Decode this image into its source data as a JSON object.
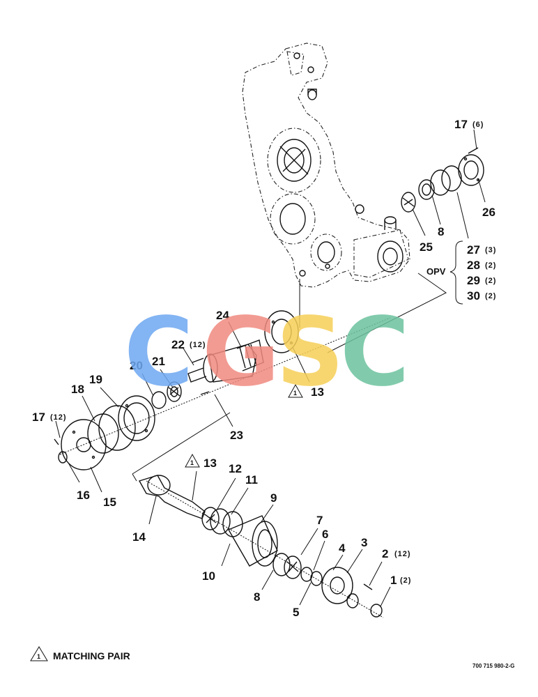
{
  "watermark": {
    "letters": [
      "C",
      "G",
      "S",
      "C"
    ],
    "colors": [
      "#6ea8f2",
      "#f08a80",
      "#f6cf58",
      "#6cc29e"
    ]
  },
  "opv": {
    "label": "OPV",
    "items": [
      {
        "num": "27",
        "qty": "(3)"
      },
      {
        "num": "28",
        "qty": "(2)"
      },
      {
        "num": "29",
        "qty": "(2)"
      },
      {
        "num": "30",
        "qty": "(2)"
      }
    ]
  },
  "callouts": {
    "c1": {
      "num": "1",
      "qty": "(2)"
    },
    "c2": {
      "num": "2",
      "qty": "(12)"
    },
    "c3": {
      "num": "3"
    },
    "c4": {
      "num": "4"
    },
    "c5": {
      "num": "5"
    },
    "c6": {
      "num": "6"
    },
    "c7": {
      "num": "7"
    },
    "c8a": {
      "num": "8"
    },
    "c8b": {
      "num": "8"
    },
    "c9": {
      "num": "9"
    },
    "c10": {
      "num": "10"
    },
    "c11": {
      "num": "11"
    },
    "c12": {
      "num": "12"
    },
    "c13a": {
      "num": "13",
      "tri": "1"
    },
    "c13b": {
      "num": "13",
      "tri": "1"
    },
    "c14": {
      "num": "14"
    },
    "c15": {
      "num": "15"
    },
    "c16": {
      "num": "16"
    },
    "c17a": {
      "num": "17",
      "qty": "(6)"
    },
    "c17b": {
      "num": "17",
      "qty": "(12)"
    },
    "c18": {
      "num": "18"
    },
    "c19": {
      "num": "19"
    },
    "c20": {
      "num": "20"
    },
    "c21": {
      "num": "21"
    },
    "c22": {
      "num": "22",
      "qty": "(12)"
    },
    "c23": {
      "num": "23"
    },
    "c24": {
      "num": "24"
    },
    "c25": {
      "num": "25"
    },
    "c26": {
      "num": "26"
    }
  },
  "legend": {
    "tri": "1",
    "text": "MATCHING PAIR"
  },
  "figure_number": "700 715 980-2-G"
}
